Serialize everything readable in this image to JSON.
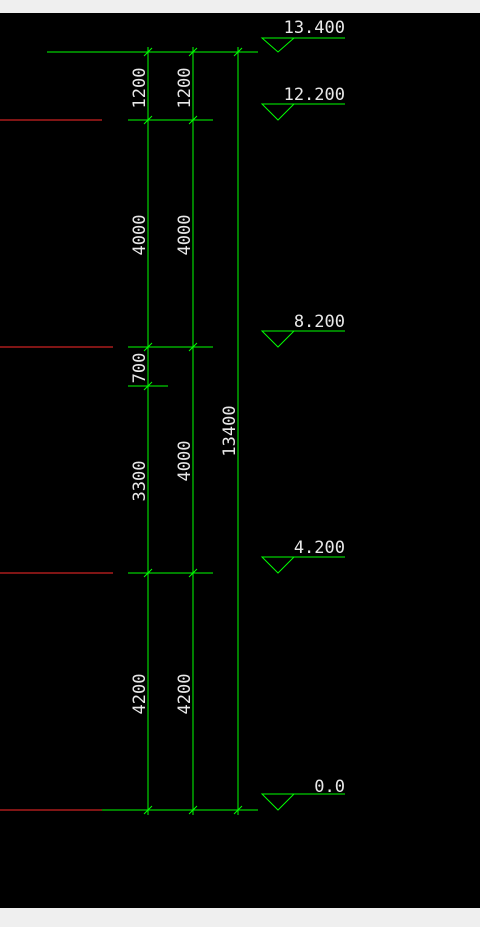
{
  "colors": {
    "background": "#000000",
    "frame": "#efefef",
    "dimension": "#00ff00",
    "axis": "#ff2a2a",
    "text": "#e8e8e8"
  },
  "elevations": [
    "13.400",
    "12.200",
    "8.200",
    "4.200",
    "0.0"
  ],
  "chain1": [
    "1200",
    "4000",
    "700",
    "3300",
    "4200"
  ],
  "chain2": [
    "1200",
    "4000",
    "4000",
    "4200"
  ],
  "total": "13400"
}
